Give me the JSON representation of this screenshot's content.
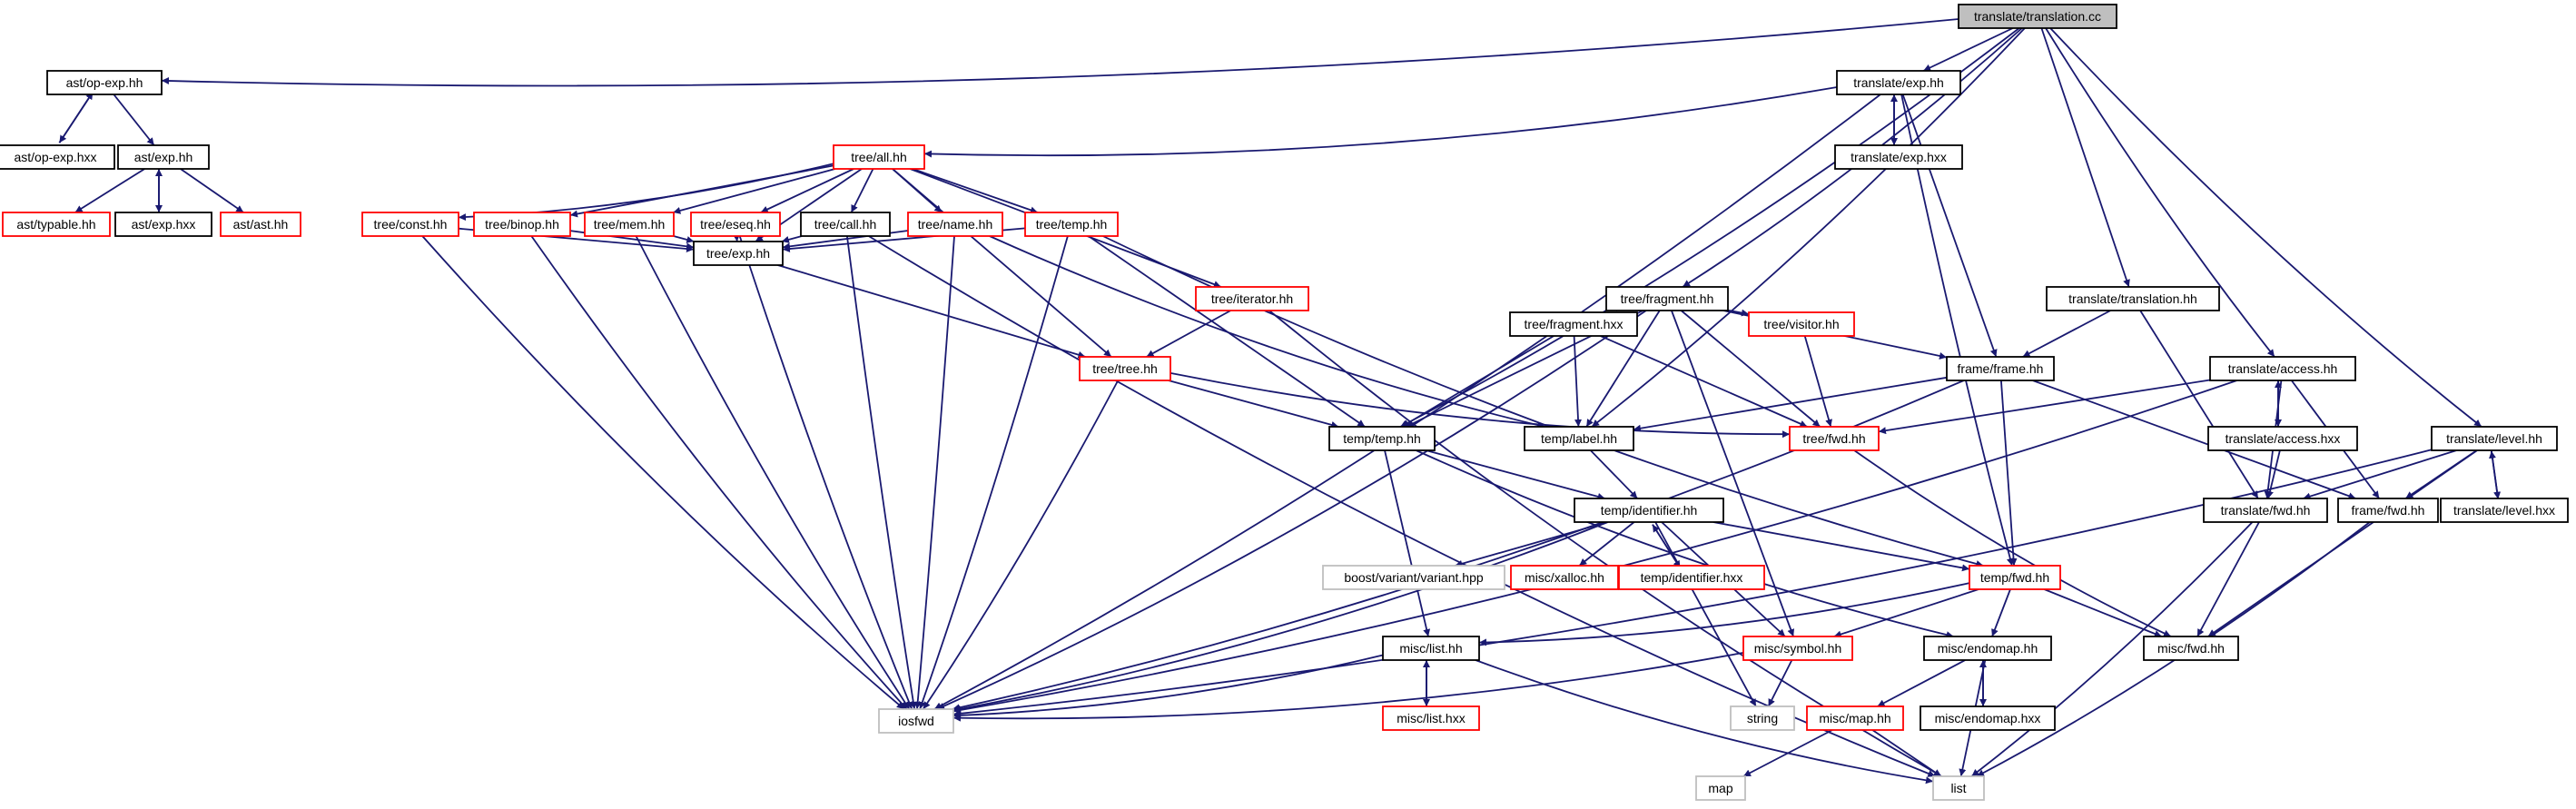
{
  "colors": {
    "edge": "#191970",
    "node_border_default": "#000000",
    "node_border_missing_docs": "#ff0000",
    "node_border_external": "#bfbfbf",
    "node_fill_root": "#bfbfbf",
    "node_fill_default": "#ffffff"
  },
  "nodes": [
    {
      "id": "root",
      "label": "translate/translation.cc",
      "kind": "root"
    },
    {
      "id": "op_exp_hh",
      "label": "ast/op-exp.hh",
      "kind": "default"
    },
    {
      "id": "op_exp_hxx",
      "label": "ast/op-exp.hxx",
      "kind": "default"
    },
    {
      "id": "ast_exp_hh",
      "label": "ast/exp.hh",
      "kind": "default"
    },
    {
      "id": "ast_typable",
      "label": "ast/typable.hh",
      "kind": "red"
    },
    {
      "id": "ast_exp_hxx",
      "label": "ast/exp.hxx",
      "kind": "default"
    },
    {
      "id": "ast_ast",
      "label": "ast/ast.hh",
      "kind": "red"
    },
    {
      "id": "tr_exp_hh",
      "label": "translate/exp.hh",
      "kind": "default"
    },
    {
      "id": "tr_exp_hxx",
      "label": "translate/exp.hxx",
      "kind": "default"
    },
    {
      "id": "tree_all",
      "label": "tree/all.hh",
      "kind": "red"
    },
    {
      "id": "tree_const",
      "label": "tree/const.hh",
      "kind": "red"
    },
    {
      "id": "tree_binop",
      "label": "tree/binop.hh",
      "kind": "red"
    },
    {
      "id": "tree_mem",
      "label": "tree/mem.hh",
      "kind": "red"
    },
    {
      "id": "tree_eseq",
      "label": "tree/eseq.hh",
      "kind": "red"
    },
    {
      "id": "tree_call",
      "label": "tree/call.hh",
      "kind": "default"
    },
    {
      "id": "tree_name",
      "label": "tree/name.hh",
      "kind": "red"
    },
    {
      "id": "tree_temp",
      "label": "tree/temp.hh",
      "kind": "red"
    },
    {
      "id": "tree_exp",
      "label": "tree/exp.hh",
      "kind": "default"
    },
    {
      "id": "tree_iterator",
      "label": "tree/iterator.hh",
      "kind": "red"
    },
    {
      "id": "tree_tree",
      "label": "tree/tree.hh",
      "kind": "red"
    },
    {
      "id": "tree_fragment",
      "label": "tree/fragment.hh",
      "kind": "default"
    },
    {
      "id": "tree_fragment_hxx",
      "label": "tree/fragment.hxx",
      "kind": "default"
    },
    {
      "id": "tree_visitor",
      "label": "tree/visitor.hh",
      "kind": "red"
    },
    {
      "id": "tree_fwd",
      "label": "tree/fwd.hh",
      "kind": "red"
    },
    {
      "id": "temp_temp",
      "label": "temp/temp.hh",
      "kind": "default"
    },
    {
      "id": "temp_label",
      "label": "temp/label.hh",
      "kind": "default"
    },
    {
      "id": "temp_identifier",
      "label": "temp/identifier.hh",
      "kind": "default"
    },
    {
      "id": "boost_variant",
      "label": "boost/variant/variant.hpp",
      "kind": "external"
    },
    {
      "id": "misc_xalloc",
      "label": "misc/xalloc.hh",
      "kind": "red"
    },
    {
      "id": "temp_identifier_hxx",
      "label": "temp/identifier.hxx",
      "kind": "red"
    },
    {
      "id": "temp_fwd",
      "label": "temp/fwd.hh",
      "kind": "red"
    },
    {
      "id": "misc_list",
      "label": "misc/list.hh",
      "kind": "default"
    },
    {
      "id": "misc_list_hxx",
      "label": "misc/list.hxx",
      "kind": "red"
    },
    {
      "id": "misc_symbol",
      "label": "misc/symbol.hh",
      "kind": "red"
    },
    {
      "id": "misc_endomap",
      "label": "misc/endomap.hh",
      "kind": "default"
    },
    {
      "id": "misc_endomap_hxx",
      "label": "misc/endomap.hxx",
      "kind": "default"
    },
    {
      "id": "misc_map",
      "label": "misc/map.hh",
      "kind": "red"
    },
    {
      "id": "misc_fwd",
      "label": "misc/fwd.hh",
      "kind": "default"
    },
    {
      "id": "iosfwd",
      "label": "iosfwd",
      "kind": "external"
    },
    {
      "id": "string",
      "label": "string",
      "kind": "external"
    },
    {
      "id": "map",
      "label": "map",
      "kind": "external"
    },
    {
      "id": "list",
      "label": "list",
      "kind": "external"
    },
    {
      "id": "tr_translation_hh",
      "label": "translate/translation.hh",
      "kind": "default"
    },
    {
      "id": "frame_frame",
      "label": "frame/frame.hh",
      "kind": "default"
    },
    {
      "id": "tr_access",
      "label": "translate/access.hh",
      "kind": "default"
    },
    {
      "id": "tr_access_hxx",
      "label": "translate/access.hxx",
      "kind": "default"
    },
    {
      "id": "tr_fwd",
      "label": "translate/fwd.hh",
      "kind": "default"
    },
    {
      "id": "frame_fwd",
      "label": "frame/fwd.hh",
      "kind": "default"
    },
    {
      "id": "tr_level",
      "label": "translate/level.hh",
      "kind": "default"
    },
    {
      "id": "tr_level_hxx",
      "label": "translate/level.hxx",
      "kind": "default"
    }
  ],
  "edges": [
    [
      "root",
      "op_exp_hh"
    ],
    [
      "root",
      "tr_exp_hh"
    ],
    [
      "root",
      "temp_temp"
    ],
    [
      "root",
      "temp_label"
    ],
    [
      "root",
      "tree_fragment"
    ],
    [
      "root",
      "tr_translation_hh"
    ],
    [
      "root",
      "tr_access"
    ],
    [
      "root",
      "tr_level"
    ],
    [
      "op_exp_hh",
      "op_exp_hxx"
    ],
    [
      "op_exp_hxx",
      "op_exp_hh"
    ],
    [
      "op_exp_hh",
      "ast_exp_hh"
    ],
    [
      "ast_exp_hh",
      "ast_typable"
    ],
    [
      "ast_exp_hh",
      "ast_exp_hxx"
    ],
    [
      "ast_exp_hxx",
      "ast_exp_hh"
    ],
    [
      "ast_exp_hh",
      "ast_ast"
    ],
    [
      "tr_exp_hh",
      "tr_exp_hxx"
    ],
    [
      "tr_exp_hxx",
      "tr_exp_hh"
    ],
    [
      "tr_exp_hh",
      "tree_all"
    ],
    [
      "tr_exp_hh",
      "iosfwd"
    ],
    [
      "tr_exp_hh",
      "frame_frame"
    ],
    [
      "tr_exp_hh",
      "temp_fwd"
    ],
    [
      "tree_all",
      "tree_const"
    ],
    [
      "tree_all",
      "tree_binop"
    ],
    [
      "tree_all",
      "tree_mem"
    ],
    [
      "tree_all",
      "tree_eseq"
    ],
    [
      "tree_all",
      "tree_call"
    ],
    [
      "tree_all",
      "tree_name"
    ],
    [
      "tree_all",
      "tree_temp"
    ],
    [
      "tree_all",
      "tree_iterator"
    ],
    [
      "tree_all",
      "tree_exp"
    ],
    [
      "tree_all",
      "tree_tree"
    ],
    [
      "tree_const",
      "tree_exp"
    ],
    [
      "tree_const",
      "iosfwd"
    ],
    [
      "tree_binop",
      "tree_exp"
    ],
    [
      "tree_binop",
      "iosfwd"
    ],
    [
      "tree_mem",
      "tree_exp"
    ],
    [
      "tree_mem",
      "iosfwd"
    ],
    [
      "tree_eseq",
      "tree_exp"
    ],
    [
      "tree_eseq",
      "iosfwd"
    ],
    [
      "tree_call",
      "tree_exp"
    ],
    [
      "tree_call",
      "iosfwd"
    ],
    [
      "tree_call",
      "list"
    ],
    [
      "tree_name",
      "tree_exp"
    ],
    [
      "tree_name",
      "iosfwd"
    ],
    [
      "tree_name",
      "temp_label"
    ],
    [
      "tree_temp",
      "tree_exp"
    ],
    [
      "tree_temp",
      "iosfwd"
    ],
    [
      "tree_temp",
      "temp_temp"
    ],
    [
      "tree_temp",
      "temp_fwd"
    ],
    [
      "tree_exp",
      "tree_tree"
    ],
    [
      "tree_iterator",
      "tree_tree"
    ],
    [
      "tree_iterator",
      "list"
    ],
    [
      "tree_tree",
      "temp_temp"
    ],
    [
      "tree_tree",
      "iosfwd"
    ],
    [
      "tree_tree",
      "tree_fwd"
    ],
    [
      "tree_fragment",
      "tree_fragment_hxx"
    ],
    [
      "tree_fragment_hxx",
      "tree_fragment"
    ],
    [
      "tree_fragment",
      "tree_visitor"
    ],
    [
      "tree_fragment",
      "tree_fwd"
    ],
    [
      "tree_fragment",
      "temp_temp"
    ],
    [
      "tree_fragment",
      "temp_label"
    ],
    [
      "tree_fragment",
      "iosfwd"
    ],
    [
      "tree_fragment",
      "misc_symbol"
    ],
    [
      "tree_fragment",
      "frame_frame"
    ],
    [
      "tree_fragment_hxx",
      "temp_temp"
    ],
    [
      "tree_fragment_hxx",
      "temp_label"
    ],
    [
      "tree_fragment_hxx",
      "tree_fwd"
    ],
    [
      "tree_visitor",
      "tree_fwd"
    ],
    [
      "tree_fwd",
      "misc_fwd"
    ],
    [
      "temp_temp",
      "temp_identifier"
    ],
    [
      "temp_temp",
      "misc_list"
    ],
    [
      "temp_temp",
      "misc_endomap"
    ],
    [
      "temp_label",
      "temp_identifier"
    ],
    [
      "temp_identifier",
      "boost_variant"
    ],
    [
      "temp_identifier",
      "misc_xalloc"
    ],
    [
      "temp_identifier",
      "temp_identifier_hxx"
    ],
    [
      "temp_identifier_hxx",
      "temp_identifier"
    ],
    [
      "temp_identifier",
      "temp_fwd"
    ],
    [
      "temp_identifier",
      "misc_symbol"
    ],
    [
      "temp_identifier",
      "iosfwd"
    ],
    [
      "temp_identifier",
      "string"
    ],
    [
      "temp_fwd",
      "misc_list"
    ],
    [
      "temp_fwd",
      "misc_symbol"
    ],
    [
      "temp_fwd",
      "misc_endomap"
    ],
    [
      "temp_fwd",
      "misc_fwd"
    ],
    [
      "misc_list",
      "misc_list_hxx"
    ],
    [
      "misc_list_hxx",
      "misc_list"
    ],
    [
      "misc_list",
      "iosfwd"
    ],
    [
      "misc_list",
      "list"
    ],
    [
      "misc_symbol",
      "string"
    ],
    [
      "misc_symbol",
      "iosfwd"
    ],
    [
      "misc_endomap",
      "misc_map"
    ],
    [
      "misc_endomap",
      "misc_endomap_hxx"
    ],
    [
      "misc_endomap_hxx",
      "misc_endomap"
    ],
    [
      "misc_endomap",
      "list"
    ],
    [
      "misc_map",
      "map"
    ],
    [
      "misc_map",
      "list"
    ],
    [
      "tr_translation_hh",
      "frame_frame"
    ],
    [
      "tr_translation_hh",
      "tr_fwd"
    ],
    [
      "frame_frame",
      "temp_label"
    ],
    [
      "frame_frame",
      "temp_fwd"
    ],
    [
      "frame_frame",
      "frame_fwd"
    ],
    [
      "frame_frame",
      "iosfwd"
    ],
    [
      "tr_access",
      "tr_access_hxx"
    ],
    [
      "tr_access_hxx",
      "tr_access"
    ],
    [
      "tr_access",
      "tree_fwd"
    ],
    [
      "tr_access",
      "tr_fwd"
    ],
    [
      "tr_access",
      "frame_fwd"
    ],
    [
      "tr_access",
      "iosfwd"
    ],
    [
      "tr_access_hxx",
      "tr_fwd"
    ],
    [
      "tr_fwd",
      "misc_fwd"
    ],
    [
      "tr_fwd",
      "list"
    ],
    [
      "frame_fwd",
      "list"
    ],
    [
      "tr_level",
      "tr_level_hxx"
    ],
    [
      "tr_level_hxx",
      "tr_level"
    ],
    [
      "tr_level",
      "tr_fwd"
    ],
    [
      "tr_level",
      "frame_fwd"
    ],
    [
      "tr_level",
      "misc_fwd"
    ],
    [
      "tr_level",
      "iosfwd"
    ]
  ]
}
